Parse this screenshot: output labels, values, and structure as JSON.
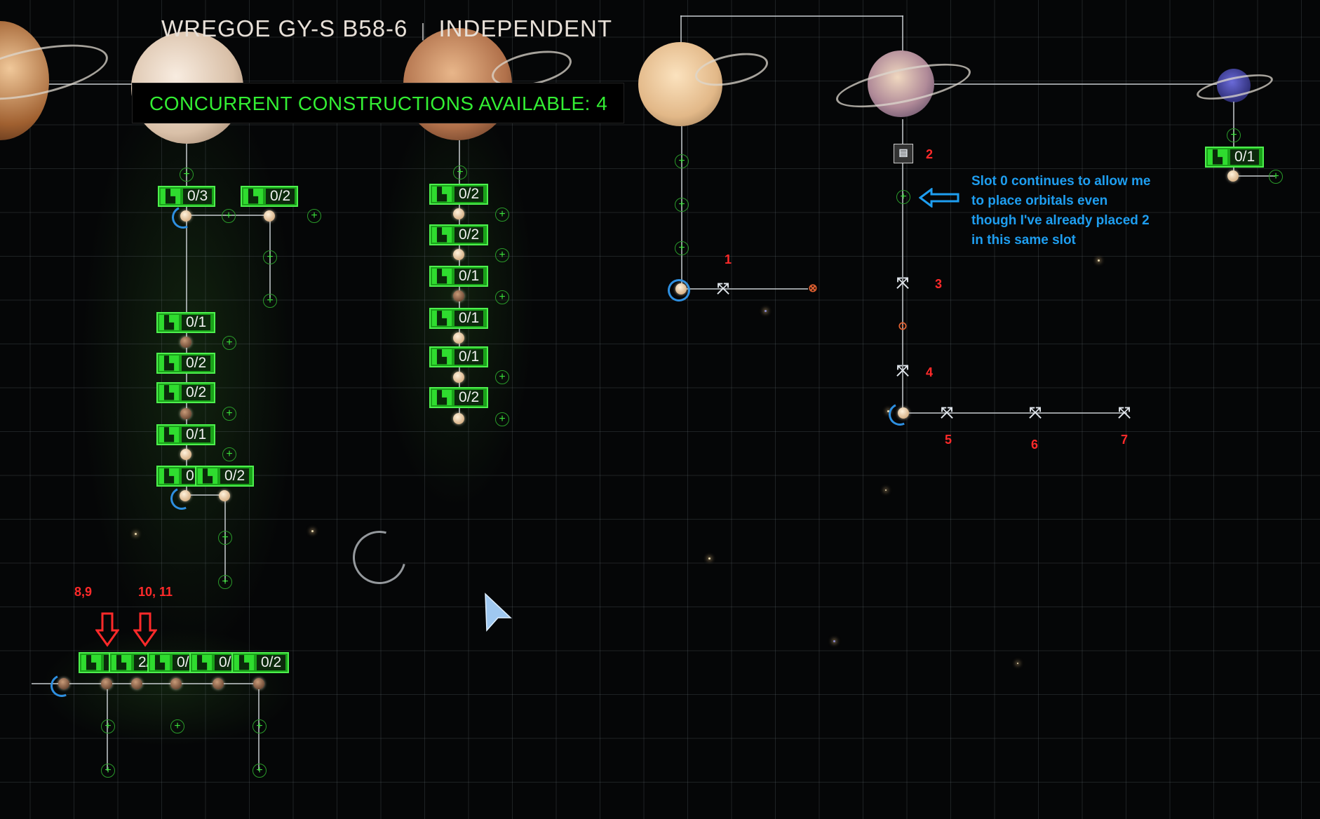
{
  "header": {
    "system_name": "WREGOE GY-S B58-6",
    "separator": "|",
    "faction": "INDEPENDENT"
  },
  "banner": {
    "text": "CONCURRENT CONSTRUCTIONS AVAILABLE: 4",
    "color": "#33ee33"
  },
  "slots": {
    "p1_a": "0/3",
    "p1_b": "0/2",
    "p2_a": "0/2",
    "p2_b": "0/2",
    "p2_c": "0/1",
    "p2_d": "0/1",
    "p2_e": "0/1",
    "p2_f": "0/2",
    "p1_c": "0/1",
    "p1_d": "0/2",
    "p1_e": "0/2",
    "p1_f": "0/1",
    "p1_g": "0,",
    "p1_h": "0/2",
    "p6_a": "0/1",
    "belt_a": "",
    "belt_b": "2/",
    "belt_c": "0/2",
    "belt_d": "0/2",
    "belt_e": "0/2"
  },
  "annotations": {
    "n1": "1",
    "n2": "2",
    "n3": "3",
    "n4": "4",
    "n5": "5",
    "n6": "6",
    "n7": "7",
    "n89": "8,9",
    "n1011": "10, 11",
    "note": "Slot 0 continues to allow me to place orbitals even though I've already placed 2 in this same slot"
  },
  "icons": {
    "construction": "construction-icon",
    "plus": "+",
    "station": "station-icon"
  },
  "colors": {
    "accent_green": "#33ee33",
    "annotation_red": "#ff2a2a",
    "annotation_blue": "#1e9ef0",
    "ring_blue": "#2e8fe0"
  }
}
